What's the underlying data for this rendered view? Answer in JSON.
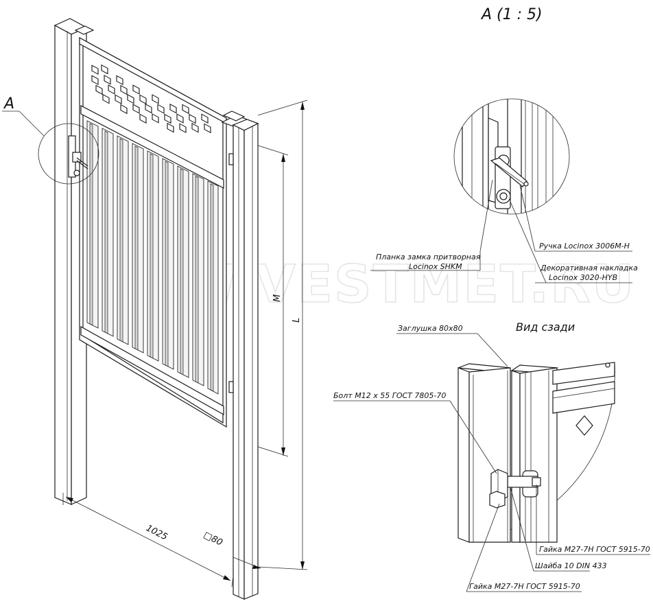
{
  "watermark": "WWW.VESTMET.RU",
  "callout_a": "A",
  "detail_a": {
    "title": "A  (1 : 5)"
  },
  "detail_back": {
    "title": "Вид сзади"
  },
  "dimensions": {
    "width": "1025",
    "post": "□80",
    "m": "M",
    "l": "L"
  },
  "labels": {
    "latch_plate_line1": "Планка замка притворная",
    "latch_plate_line2": "Locinox SHKM",
    "handle": "Ручка Locinox 3006M-H",
    "deco_line1": "Декоративная накладка",
    "deco_line2": "Locinox 3020-HYB",
    "cap": "Заглушка 80x80",
    "bolt": "Болт М12 х 55 ГОСТ 7805-70",
    "nut_right": "Гайка М27-7Н ГОСТ 5915-70",
    "washer": "Шайба 10  DIN 433",
    "nut_bottom": "Гайка М27-7Н ГОСТ 5915-70"
  }
}
